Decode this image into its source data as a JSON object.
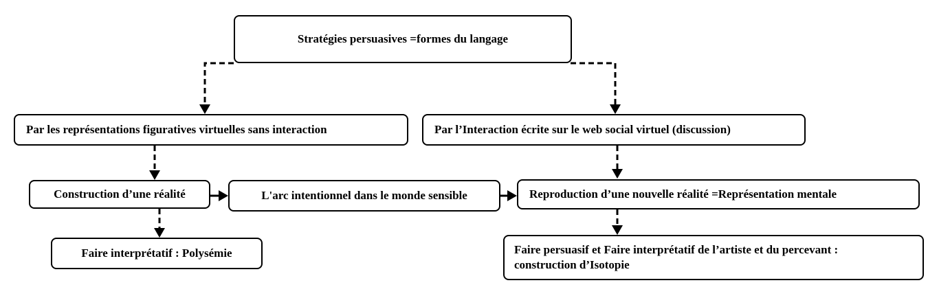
{
  "nodes": {
    "root": "Stratégies persuasives =formes du langage",
    "left_branch": "Par les représentations figuratives virtuelles sans interaction",
    "right_branch": "Par l’Interaction écrite sur le web social virtuel (discussion)",
    "construction": "Construction d’une réalité",
    "arc": "L'arc intentionnel dans le monde sensible",
    "reproduction": "Reproduction d’une nouvelle réalité =Représentation mentale",
    "faire_interpretatif": "Faire interprétatif : Polysémie",
    "faire_persuasif_line1": "Faire persuasif et Faire interprétatif de l’artiste et du percevant :",
    "faire_persuasif_line2": "construction d’Isotopie"
  },
  "colors": {
    "stroke": "#000000",
    "fill": "#ffffff"
  }
}
